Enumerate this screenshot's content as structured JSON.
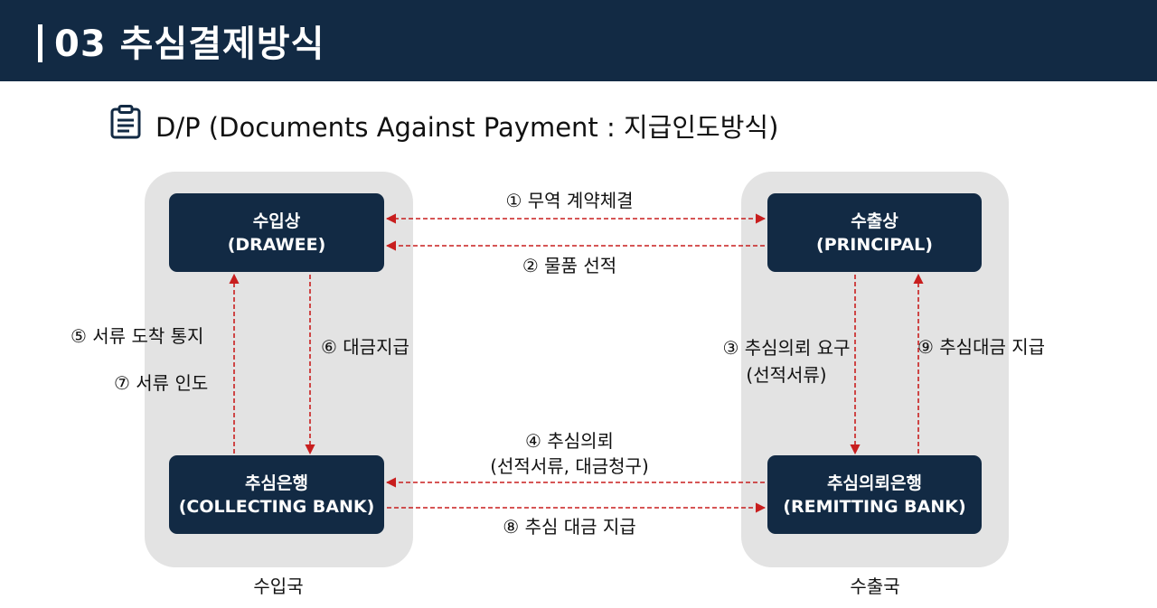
{
  "header": {
    "title": "03 추심결제방식"
  },
  "subtitle": {
    "icon": "clipboard-icon",
    "text": "D/P (Documents Against Payment : 지급인도방식)"
  },
  "colors": {
    "header_bg": "#122a44",
    "node_bg": "#122a44",
    "panel_bg": "#e3e3e3",
    "arrow": "#c81e1e"
  },
  "nodes": {
    "importer": {
      "name": "수입상",
      "role": "(DRAWEE)"
    },
    "exporter": {
      "name": "수출상",
      "role": "(PRINCIPAL)"
    },
    "collecting_bank": {
      "name": "추심은행",
      "role": "(COLLECTING BANK)"
    },
    "remitting_bank": {
      "name": "추심의뢰은행",
      "role": "(REMITTING BANK)"
    }
  },
  "countries": {
    "import": "수입국",
    "export": "수출국"
  },
  "steps": {
    "s1": "① 무역 계약체결",
    "s2": "② 물품 선적",
    "s3_line1": "③ 추심의뢰 요구",
    "s3_line2": "(선적서류)",
    "s4_line1": "④ 추심의뢰",
    "s4_line2": "(선적서류, 대금청구)",
    "s5": "⑤ 서류 도착 통지",
    "s6": "⑥ 대금지급",
    "s7": "⑦ 서류 인도",
    "s8": "⑧ 추심 대금 지급",
    "s9": "⑨ 추심대금 지급"
  }
}
